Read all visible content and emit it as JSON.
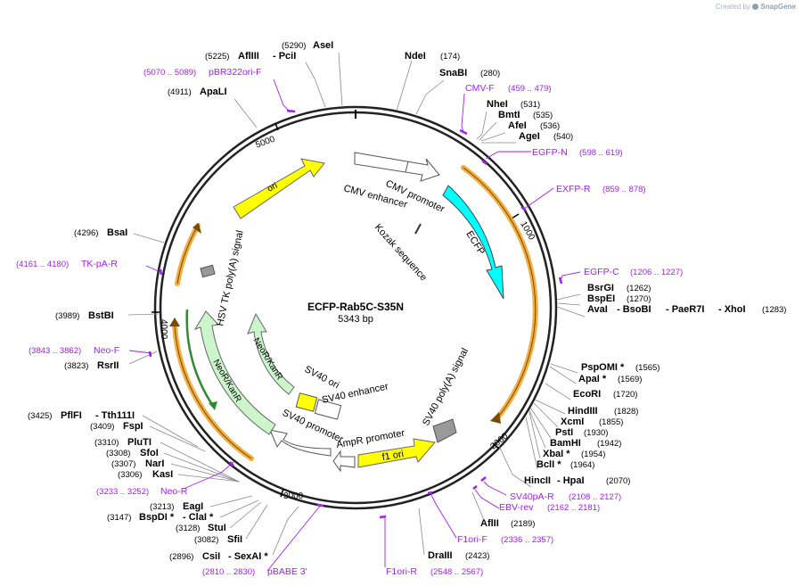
{
  "credit": {
    "created_by": "Created by",
    "brand": "SnapGene",
    "logo_icon": "snapgene-logo-icon"
  },
  "plasmid": {
    "name": "ECFP-Rab5C-S35N",
    "length": "5343 bp"
  },
  "ticks": [
    "1000",
    "2000",
    "3000",
    "4000",
    "5000"
  ],
  "colors": {
    "ori": "#ffff00",
    "ecfp": "#00ffff",
    "neo": "#ccf5cc",
    "primer": "#a020f0",
    "orange": "#f0a020",
    "dark_green": "#338833",
    "gray_box": "#999999"
  },
  "features": [
    {
      "id": "ori",
      "label": "ori"
    },
    {
      "id": "cmv-enhancer",
      "label": "CMV enhancer"
    },
    {
      "id": "cmv-promoter",
      "label": "CMV promoter"
    },
    {
      "id": "kozak",
      "label": "Kozak sequence"
    },
    {
      "id": "ecfp",
      "label": "ECFP"
    },
    {
      "id": "sv40-polya",
      "label": "SV40 poly(A) signal"
    },
    {
      "id": "f1-ori",
      "label": "f1 ori"
    },
    {
      "id": "ampr-promoter",
      "label": "AmpR promoter"
    },
    {
      "id": "sv40-promoter",
      "label": "SV40 promoter"
    },
    {
      "id": "sv40-enhancer",
      "label": "SV40 enhancer"
    },
    {
      "id": "sv40-ori",
      "label": "SV40 ori"
    },
    {
      "id": "neo-inner",
      "label": "NeoR/KanR"
    },
    {
      "id": "neo-outer",
      "label": "NeoR/KanR"
    },
    {
      "id": "hsv-tk",
      "label": "HSV TK poly(A) signal"
    }
  ],
  "sites": [
    {
      "pos": "(5290)",
      "name": "AseI"
    },
    {
      "pos": "(5225)",
      "name": "AflIII",
      "name2": "- PciI"
    },
    {
      "pos": "(4911)",
      "name": "ApaLI"
    },
    {
      "pos": "(174)",
      "name": "NdeI"
    },
    {
      "pos": "(280)",
      "name": "SnaBI"
    },
    {
      "pos": "(531)",
      "name": "NheI"
    },
    {
      "pos": "(535)",
      "name": "BmtI"
    },
    {
      "pos": "(536)",
      "name": "AfeI"
    },
    {
      "pos": "(540)",
      "name": "AgeI"
    },
    {
      "pos": "(1262)",
      "name": "BsrGI"
    },
    {
      "pos": "(1270)",
      "name": "BspEI"
    },
    {
      "pos": "(1283)",
      "name": "AvaI",
      "name2": "- BsoBI",
      "name3": "- PaeR7I",
      "name4": "- XhoI"
    },
    {
      "pos": "(1565)",
      "name": "PspOMI *"
    },
    {
      "pos": "(1569)",
      "name": "ApaI *"
    },
    {
      "pos": "(1720)",
      "name": "EcoRI"
    },
    {
      "pos": "(1828)",
      "name": "HindIII"
    },
    {
      "pos": "(1855)",
      "name": "XcmI"
    },
    {
      "pos": "(1930)",
      "name": "PstI"
    },
    {
      "pos": "(1942)",
      "name": "BamHI"
    },
    {
      "pos": "(1954)",
      "name": "XbaI *"
    },
    {
      "pos": "(1964)",
      "name": "BclI *"
    },
    {
      "pos": "(2070)",
      "name": "HincII",
      "name2": "- HpaI"
    },
    {
      "pos": "(2189)",
      "name": "AflII"
    },
    {
      "pos": "(2423)",
      "name": "DraIII"
    },
    {
      "pos": "(2896)",
      "name": "CsiI",
      "name2": "- SexAI *"
    },
    {
      "pos": "(3082)",
      "name": "SfiI"
    },
    {
      "pos": "(3128)",
      "name": "StuI"
    },
    {
      "pos": "(3147)",
      "name": "BspDI *",
      "name2": "- ClaI *"
    },
    {
      "pos": "(3213)",
      "name": "EagI"
    },
    {
      "pos": "(3306)",
      "name": "KasI"
    },
    {
      "pos": "(3307)",
      "name": "NarI"
    },
    {
      "pos": "(3308)",
      "name": "SfoI"
    },
    {
      "pos": "(3310)",
      "name": "PluTI"
    },
    {
      "pos": "(3409)",
      "name": "FspI"
    },
    {
      "pos": "(3425)",
      "name": "PflFI",
      "name2": "- Tth111I"
    },
    {
      "pos": "(3823)",
      "name": "RsrII"
    },
    {
      "pos": "(3989)",
      "name": "BstBI"
    },
    {
      "pos": "(4296)",
      "name": "BsaI"
    }
  ],
  "primers": [
    {
      "range": "(5070 .. 5089)",
      "name": "pBR322ori-F"
    },
    {
      "range": "(459 .. 479)",
      "name": "CMV-F"
    },
    {
      "range": "(598 .. 619)",
      "name": "EGFP-N"
    },
    {
      "range": "(859 .. 878)",
      "name": "EXFP-R"
    },
    {
      "range": "(1206 .. 1227)",
      "name": "EGFP-C"
    },
    {
      "range": "(2108 .. 2127)",
      "name": "SV40pA-R"
    },
    {
      "range": "(2162 .. 2181)",
      "name": "EBV-rev"
    },
    {
      "range": "(2336 .. 2357)",
      "name": "F1ori-F"
    },
    {
      "range": "(2548 .. 2567)",
      "name": "F1ori-R"
    },
    {
      "range": "(2810 .. 2830)",
      "name": "pBABE 3'"
    },
    {
      "range": "(3233 .. 3252)",
      "name": "Neo-R"
    },
    {
      "range": "(3843 .. 3862)",
      "name": "Neo-F"
    },
    {
      "range": "(4161 .. 4180)",
      "name": "TK-pA-R"
    }
  ]
}
